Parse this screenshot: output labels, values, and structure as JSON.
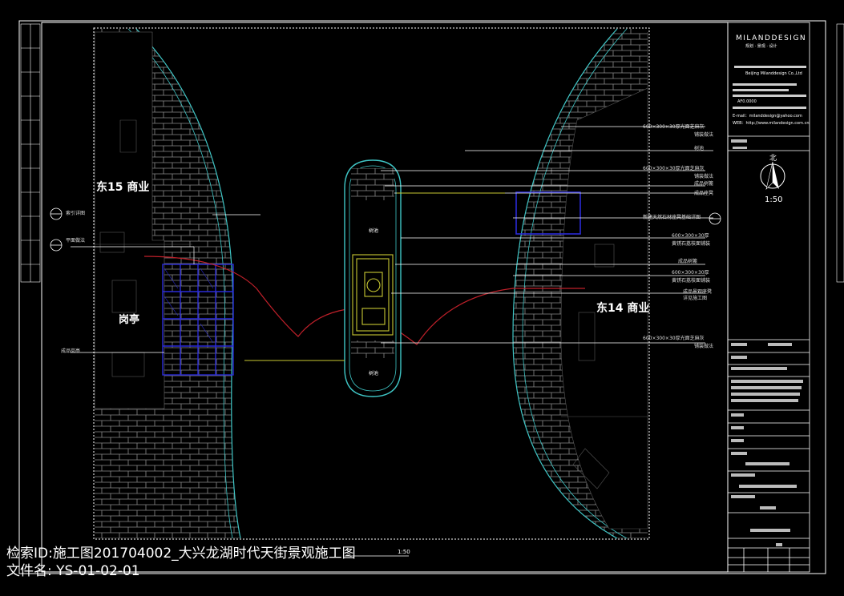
{
  "drawing": {
    "region_left_label": "东15  商业",
    "region_right_label": "东14  商业",
    "kiosk_label": "岗亭",
    "scale_label": "1:50",
    "north_label": "北",
    "scale_title": "1:50"
  },
  "titleblock": {
    "brand": "MILANDDESIGN",
    "brand_sub": "规划 · 景观 · 设计",
    "company_en": "Beijing Milanddesign Co.,Ltd",
    "project_code": "AF0.0000",
    "email_line": "E-mail：milanddesign@yahoo.com",
    "web_line": "WEB：http://www.milandesign.com.cn"
  },
  "footer": {
    "search_id": "检索ID:施工图201704002_大兴龙湖时代天街景观施工图",
    "file_name": "文件名:  YS-01-02-01"
  },
  "colors": {
    "frame": "#ffffff",
    "outline_cyan": "#3fc6c6",
    "hatch": "#8a8a8a",
    "arc_red": "#c0202a",
    "glass_blue": "#2b2bd8",
    "yellow": "#c8c832"
  }
}
